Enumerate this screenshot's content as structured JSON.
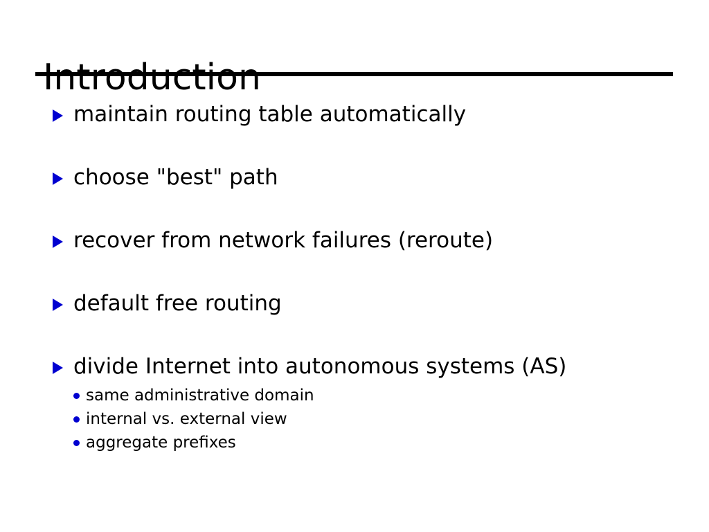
{
  "slide": {
    "title": "Introduction",
    "accent_color": "#0000d0",
    "text_color": "#000000",
    "background_color": "#ffffff",
    "rule_color": "#000000",
    "bullet_icon": "blue-triangle-bullet",
    "sub_bullet_icon": "blue-dot-bullet",
    "bullets": [
      {
        "text": "maintain routing table automatically",
        "subs": []
      },
      {
        "text": "choose \"best\" path",
        "subs": []
      },
      {
        "text": "recover from network failures (reroute)",
        "subs": []
      },
      {
        "text": "default free routing",
        "subs": []
      },
      {
        "text": "divide Internet into autonomous systems (AS)",
        "subs": [
          "same administrative domain",
          "internal vs. external view",
          "aggregate prefixes"
        ]
      }
    ]
  }
}
